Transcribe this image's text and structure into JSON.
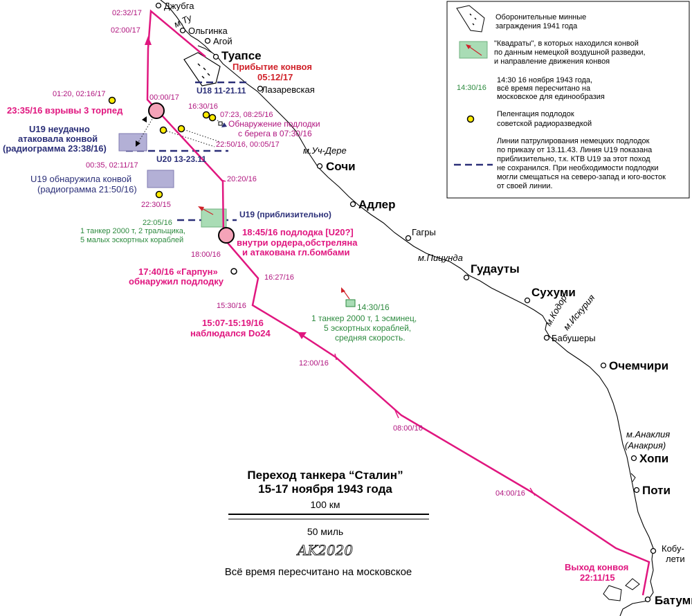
{
  "cities": {
    "dzhubga": "Джубга",
    "olginka": "Ольгинка",
    "agoy": "Агой",
    "tuapse": "Туапсе",
    "lazarevskaya": "Лазаревская",
    "sochi": "Сочи",
    "adler": "Адлер",
    "gagry": "Гагры",
    "gudauty": "Гудауты",
    "sukhumi": "Сухуми",
    "babushery": "Бабушеры",
    "ochamchiri": "Очемчири",
    "khopi": "Хопи",
    "poti": "Поти",
    "kobuleti_1": "Кобу-",
    "kobuleti_2": "лети",
    "batumi": "Батуми"
  },
  "capes": {
    "tu": "м.Ту",
    "uch_dere": "м.Уч-Дере",
    "pitsunda": "м.Пицунда",
    "kodor": "м.Кодор",
    "iskuria": "м.Искурия",
    "anaklia": "м.Анаклия",
    "anakria": "(Анакрия)"
  },
  "times": {
    "t0232": "02:32/17",
    "t0200": "02:00/17",
    "t0000": "00:00/17",
    "t0120": "01:20, 02:16/17",
    "t1630": "16:30/16",
    "t0723": "07:23, 08:25/16",
    "t2250": "22:50/16, 00:05/17",
    "t0035": "00:35, 02:11/17",
    "t2020": "20:20/16",
    "t2230": "22:30/15",
    "t2205": "22:05/16",
    "t1800": "18:00/16",
    "t1627": "16:27/16",
    "t1530": "15:30/16",
    "t1200": "12:00/16",
    "t0800": "08:00/16",
    "t0400": "04:00/16"
  },
  "events": {
    "arrival_1": "Прибытие конвоя",
    "arrival_2": "05:12/17",
    "torpedoes": "23:35/16 взрывы 3 торпед",
    "u19_fail_1": "U19 неудачно",
    "u19_fail_2": "атаковала конвой",
    "u19_fail_3": "(радиограмма 23:38/16)",
    "u19_found_1": "U19 обнаружила конвой",
    "u19_found_2": "(радиограмма 21:50/16)",
    "shore_1": "Обнаружение подлодки",
    "shore_2": "с берега в 07:30/16",
    "u20_1": "18:45/16 подлодка [U20?]",
    "u20_2": "внутри ордера,обстреляна",
    "u20_3": "и атакована гл.бомбами",
    "garpun_1": "17:40/16 «Гарпун»",
    "garpun_2": "обнаружил подлодку",
    "do24_1": "15:07-15:19/16",
    "do24_2": "наблюдался Do24",
    "exit_1": "Выход конвоя",
    "exit_2": "22:11/15"
  },
  "patrol_lines": {
    "u18": "U18 11-21.11",
    "u20": "U20 13-23.11",
    "u19": "U19 (приблизительно)"
  },
  "recon": {
    "north_1": "1 танкер 2000 т, 2 тральщика,",
    "north_2": "5 малых эскортных кораблей",
    "south_time": "14:30/16",
    "south_1": "1 танкер 2000 т, 1 эсминец,",
    "south_2": "5 эскортных кораблей,",
    "south_3": "средняя скорость."
  },
  "legend": {
    "mines_1": "Оборонительные минные",
    "mines_2": "заграждения 1941 года",
    "squares_1": "\"Квадраты\", в которых находился конвой",
    "squares_2": "по данным немецкой воздушной разведки,",
    "squares_3": "и направление движения конвоя",
    "time_example": "14:30/16",
    "time_1": "14:30 16 ноября 1943 года,",
    "time_2": "всё время пересчитано на",
    "time_3": "московское для единообразия",
    "df_1": "Пеленгация подлодок",
    "df_2": "советской радиоразведкой",
    "patrol_1": "Линии патрулирования немецких подлодок",
    "patrol_2": "по приказу от 13.11.43.  Линия U19 показана",
    "patrol_3": "приблизительно, т.к. КТВ U19 за этот поход",
    "patrol_4": "не сохранился. При необходимости подлодки",
    "patrol_5": "могли смещаться на северо-запад и юго-восток",
    "patrol_6": "от своей линии."
  },
  "footer": {
    "title_1": "Переход танкера “Сталин”",
    "title_2": "15-17 ноября 1943 года",
    "scale_km": "100 км",
    "scale_mi": "50 миль",
    "signature": "AK2020",
    "note": "Всё время пересчитано на московское"
  },
  "colors": {
    "route": "#e0167f",
    "patrol": "#2b2f78",
    "recon": "#2c8a3e",
    "arrival": "#d0222a",
    "df_marker": "#ffec00",
    "coast": "#000000"
  }
}
